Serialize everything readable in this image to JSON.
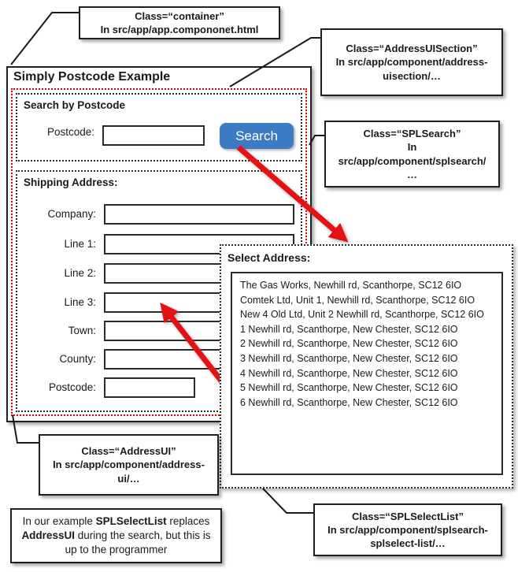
{
  "window": {
    "title": "Simply Postcode Example",
    "search_section": {
      "heading": "Search by Postcode",
      "postcode_label": "Postcode:",
      "postcode_value": "",
      "search_button": "Search"
    },
    "shipping_section": {
      "heading": "Shipping Address:",
      "fields": [
        {
          "label": "Company:",
          "value": ""
        },
        {
          "label": "Line 1:",
          "value": ""
        },
        {
          "label": "Line 2:",
          "value": ""
        },
        {
          "label": "Line 3:",
          "value": ""
        },
        {
          "label": "Town:",
          "value": ""
        },
        {
          "label": "County:",
          "value": ""
        },
        {
          "label": "Postcode:",
          "value": ""
        }
      ]
    }
  },
  "select_popup": {
    "heading": "Select Address:",
    "addresses": [
      "The Gas Works, Newhill rd, Scanthorpe, SC12 6IO",
      "Comtek Ltd, Unit 1, Newhill rd, Scanthorpe, SC12 6IO",
      "New 4 Old Ltd, Unit 2 Newhill rd, Scanthorpe, SC12 6IO",
      "1 Newhill rd, Scanthorpe, New Chester, SC12 6IO",
      "2 Newhill rd, Scanthorpe, New Chester, SC12 6IO",
      "3 Newhill rd, Scanthorpe, New Chester, SC12 6IO",
      "4 Newhill rd, Scanthorpe, New Chester, SC12 6IO",
      "5 Newhill rd, Scanthorpe, New Chester, SC12 6IO",
      "6 Newhill rd, Scanthorpe, New Chester, SC12 6IO"
    ]
  },
  "callouts": {
    "container": {
      "line1": "Class=“container”",
      "line2": "In src/app/app.compononet.html"
    },
    "uisection": {
      "line1": "Class=“AddressUISection”",
      "line2": "In src/app/component/address-",
      "line3": "uisection/…"
    },
    "splsearch": {
      "line1": "Class=“SPLSearch”",
      "line2": "In",
      "line3": "src/app/component/splsearch/",
      "line4": "…"
    },
    "addressui": {
      "line1": "Class=“AddressUI”",
      "line2": "In src/app/component/address-",
      "line3": "ui/…"
    },
    "selectlist": {
      "line1": "Class=“SPLSelectList”",
      "line2": "In src/app/component/splsearch-",
      "line3": "splselect-list/…"
    },
    "note": {
      "pre": "In our example ",
      "bold1": "SPLSelectList",
      "mid": " replaces ",
      "bold2": "AddressUI",
      "post": " during the search, but this is up to the programmer"
    }
  },
  "colors": {
    "accent-blue": "#3d7cc4",
    "accent-red": "#e60000",
    "accent-red-arrow": "#e41212",
    "ink": "#1f1f1f"
  }
}
